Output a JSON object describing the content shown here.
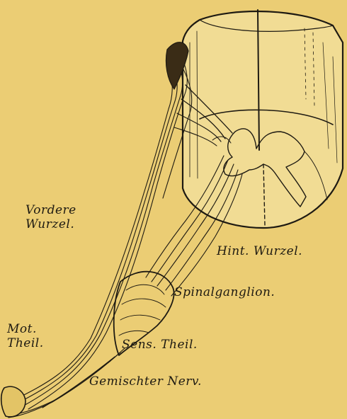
{
  "labels": {
    "vordere_line1": "Vordere",
    "vordere_line2": "Wurzel.",
    "hint_wurzel": "Hint. Wurzel.",
    "spinalganglion": "Spinalganglion.",
    "mot_line1": "Mot.",
    "mot_line2": "Theil.",
    "sens_theil": "Sens. Theil.",
    "gemischter_nerv": "Gemischter Nerv."
  },
  "colors": {
    "background": "#ebcd74",
    "ink": "#1e1a12",
    "cord_fill": "#f1dc94"
  }
}
